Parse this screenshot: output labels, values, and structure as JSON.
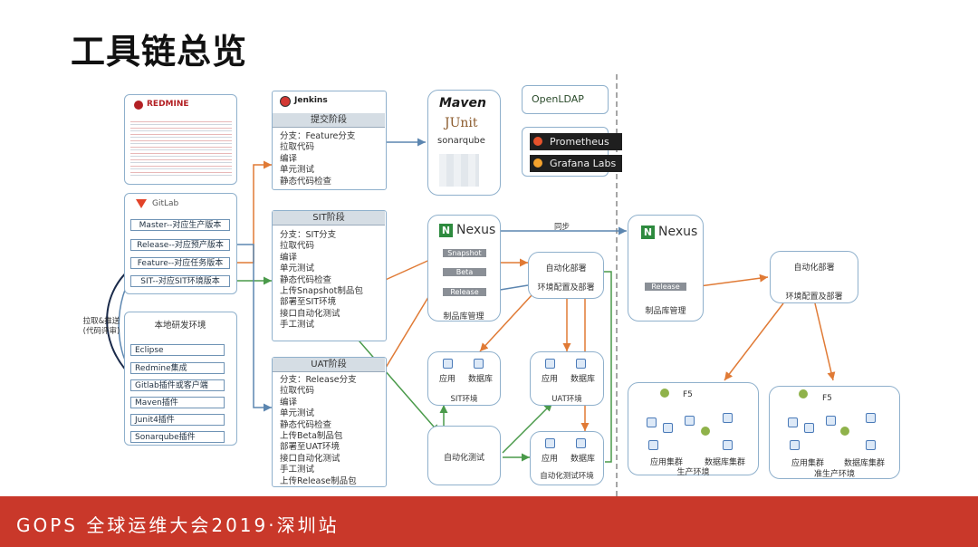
{
  "page_title": "工具链总览",
  "footer_text": "GOPS 全球运维大会2019·深圳站",
  "redmine": {
    "logo": "REDMINE"
  },
  "gitlab": {
    "logo": "GitLab",
    "branches": [
      "Master--对应生产版本",
      "Release--对应预产版本",
      "Feature--对应任务版本",
      "SIT--对应SIT环境版本"
    ]
  },
  "merge_label": "拉取&推送\n(代码评审)",
  "local_env": {
    "title": "本地研发环境",
    "items": [
      "Eclipse",
      "Redmine集成",
      "Gitlab插件或客户端",
      "Maven插件",
      "Junit4插件",
      "Sonarqube插件"
    ]
  },
  "jenkins": {
    "logo": "Jenkins"
  },
  "commit_stage": {
    "title": "提交阶段",
    "lines": [
      "分支：Feature分支",
      "拉取代码",
      "编译",
      "单元测试",
      "静态代码检查"
    ]
  },
  "sit_stage": {
    "title": "SIT阶段",
    "lines": [
      "分支：SIT分支",
      "拉取代码",
      "编译",
      "单元测试",
      "静态代码检查",
      "上传Snapshot制品包",
      "部署至SIT环境",
      "接口自动化测试",
      "手工测试"
    ]
  },
  "uat_stage": {
    "title": "UAT阶段",
    "lines": [
      "分支：Release分支",
      "拉取代码",
      "编译",
      "单元测试",
      "静态代码检查",
      "上传Beta制品包",
      "部署至UAT环境",
      "接口自动化测试",
      "手工测试",
      "上传Release制品包"
    ]
  },
  "build_tools": {
    "maven": "Maven",
    "junit": "JUnit",
    "sonar": "sonarqube"
  },
  "openldap": "OpenLDAP",
  "prometheus": "Prometheus",
  "grafana": "Grafana Labs",
  "nexus_left": {
    "logo": "Nexus",
    "bars": [
      "Snapshot",
      "Beta",
      "Release"
    ],
    "label": "制品库管理"
  },
  "nexus_right": {
    "logo": "Nexus",
    "bars": [
      "Release"
    ],
    "label": "制品库管理"
  },
  "sync_label": "同步",
  "auto_deploy_left": {
    "line1": "自动化部署",
    "line2": "环境配置及部署"
  },
  "auto_deploy_right": {
    "line1": "自动化部署",
    "line2": "环境配置及部署"
  },
  "sit_env": {
    "app": "应用",
    "db": "数据库",
    "label": "SIT环境"
  },
  "uat_env": {
    "app": "应用",
    "db": "数据库",
    "label": "UAT环境"
  },
  "auto_test": {
    "label": "自动化测试"
  },
  "auto_test_env": {
    "app": "应用",
    "db": "数据库",
    "label": "自动化测试环境"
  },
  "prod_env": {
    "f5": "F5",
    "app_cluster": "应用集群",
    "db_cluster": "数据库集群",
    "label": "生产环境"
  },
  "preprod_env": {
    "f5": "F5",
    "app_cluster": "应用集群",
    "db_cluster": "数据库集群",
    "label": "准生产环境"
  },
  "colors": {
    "footer": "#c9382a",
    "border": "#8fb0cc",
    "orange_arrow": "#e07a35",
    "green_arrow": "#4a9a4a",
    "blue_arrow": "#5c86b0"
  }
}
